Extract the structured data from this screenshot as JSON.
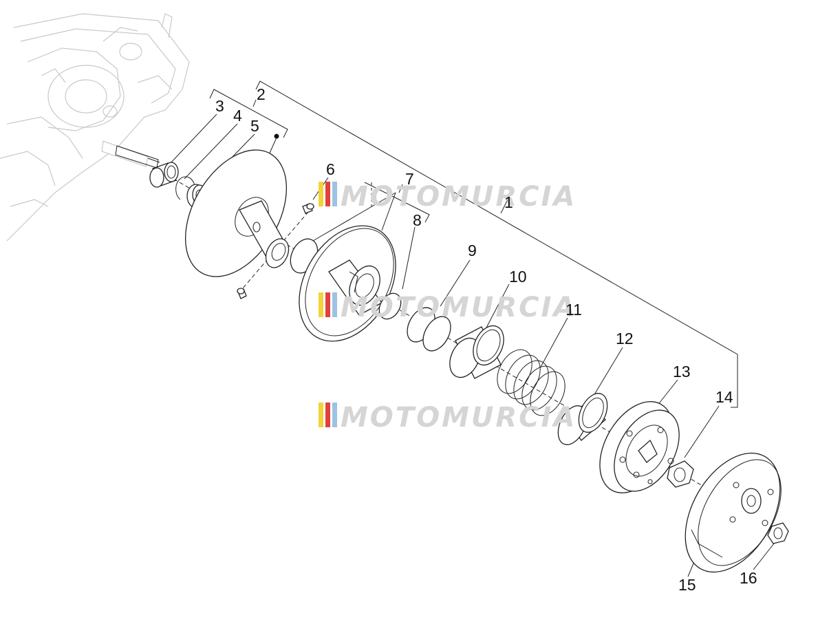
{
  "watermark": {
    "text": "MOTOMURCIA",
    "stripe_colors": [
      "#f2d33a",
      "#e0413a",
      "#9bc3e3"
    ]
  },
  "labels": {
    "p1": "1",
    "p2": "2",
    "p3": "3",
    "p4": "4",
    "p5": "5",
    "p6": "6",
    "p7": "7",
    "p8": "8",
    "p9": "9",
    "p10": "10",
    "p11": "11",
    "p12": "12",
    "p13": "13",
    "p14": "14",
    "p15": "15",
    "p16": "16"
  }
}
